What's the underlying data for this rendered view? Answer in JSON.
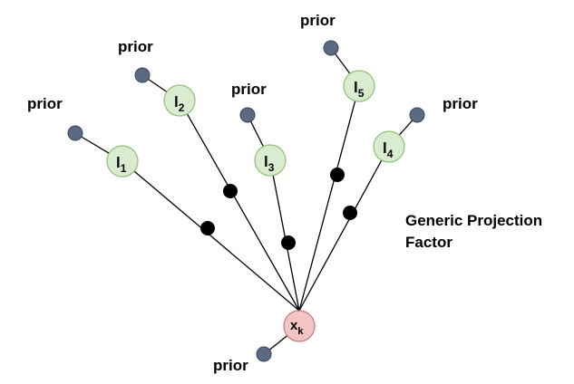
{
  "prior_label": "prior",
  "title_line1": "Generic Projection",
  "title_line2": "Factor",
  "pose": {
    "base": "x",
    "sub": "k"
  },
  "landmarks": [
    {
      "base": "l",
      "sub": "1"
    },
    {
      "base": "l",
      "sub": "2"
    },
    {
      "base": "l",
      "sub": "3"
    },
    {
      "base": "l",
      "sub": "4"
    },
    {
      "base": "l",
      "sub": "5"
    }
  ],
  "colors": {
    "landmark_fill": "#d9ecd0",
    "pose_fill": "#f3c4c4",
    "prior_node": "#5a6a80",
    "factor_node": "#000000"
  }
}
